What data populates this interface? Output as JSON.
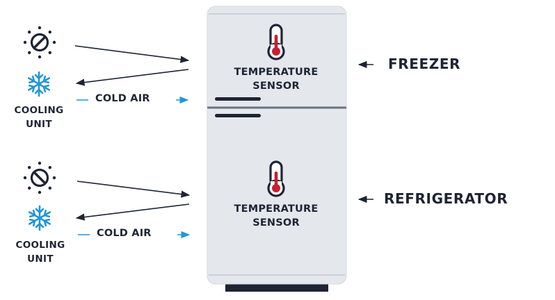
{
  "compartments": [
    {
      "name": "FREEZER",
      "sensor_label": [
        "TEMPERATURE",
        "SENSOR"
      ],
      "cooling_unit_label": [
        "COOLING",
        "UNIT"
      ],
      "air_label": "COLD AIR"
    },
    {
      "name": "REFRIGERATOR",
      "sensor_label": [
        "TEMPERATURE",
        "SENSOR"
      ],
      "cooling_unit_label": [
        "COOLING",
        "UNIT"
      ],
      "air_label": "COLD AIR"
    }
  ],
  "icons": {
    "thermostat": "thermostat-dial-icon",
    "cooling": "snowflake-icon",
    "sensor": "thermometer-icon"
  },
  "colors": {
    "fridge_body": "#e4e7ec",
    "fridge_outline": "#cdd2da",
    "dark": "#1e2433",
    "accent_blue": "#2196d6",
    "thermometer_red": "#c8202f",
    "door_line": "#6b7380"
  }
}
